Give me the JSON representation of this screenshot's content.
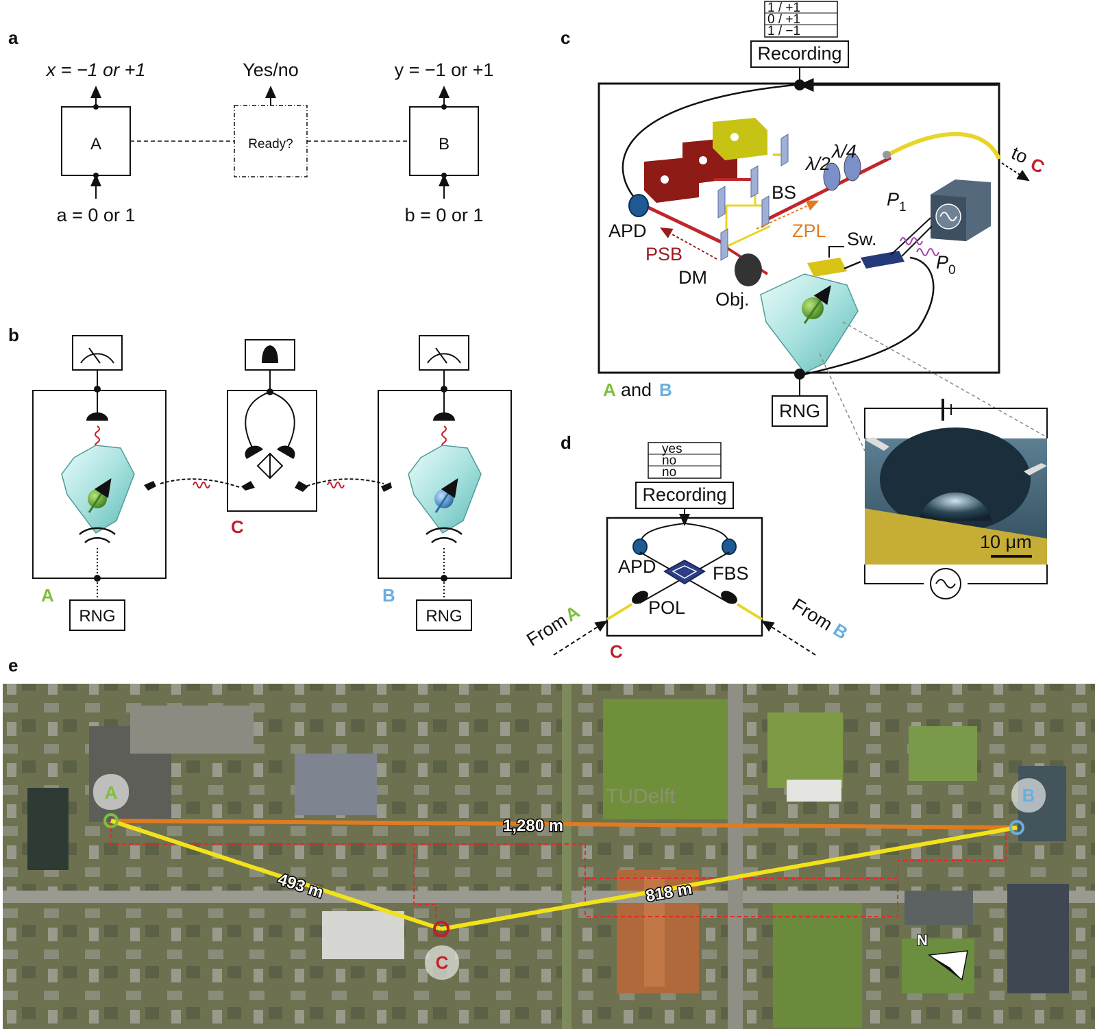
{
  "panels": {
    "a": "a",
    "b": "b",
    "c": "c",
    "d": "d",
    "e": "e"
  },
  "panel_a": {
    "x_out": "x = −1 or +1",
    "y_out": "y = −1 or +1",
    "a_in": "a = 0 or 1",
    "b_in": "b = 0 or 1",
    "yesno": "Yes/no",
    "box_a": "A",
    "box_b": "B",
    "ready": "Ready?"
  },
  "panel_b": {
    "label_a": "A",
    "label_b": "B",
    "label_c": "C",
    "rng_a": "RNG",
    "rng_b": "RNG"
  },
  "panel_c": {
    "records": [
      "1 / +1",
      "0 / +1",
      "1 / −1"
    ],
    "recording": "Recording",
    "apd": "APD",
    "psb": "PSB",
    "dm": "DM",
    "obj": "Obj.",
    "bs": "BS",
    "zpl": "ZPL",
    "half_wave": "λ/2",
    "quarter_wave": "λ/4",
    "to": "to",
    "to_c": "C",
    "switch": "Sw.",
    "p1": "P",
    "p1_sub": "1",
    "p0": "P",
    "p0_sub": "0",
    "a_and_b_a": "A",
    "a_and_b_and": "and",
    "a_and_b_b": "B",
    "rng": "RNG",
    "scale": "10 μm"
  },
  "panel_d": {
    "records": [
      "yes",
      "no",
      "no"
    ],
    "recording": "Recording",
    "apd": "APD",
    "fbs": "FBS",
    "pol": "POL",
    "from_a": "From",
    "from_a_letter": "A",
    "from_b": "From",
    "from_b_letter": "B",
    "label_c": "C"
  },
  "panel_e": {
    "marker_a": "A",
    "marker_b": "B",
    "marker_c": "C",
    "dist_ab": "1,280 m",
    "dist_ac": "493 m",
    "dist_cb": "818 m",
    "north": "N",
    "watermark": "TUDelft"
  },
  "colors": {
    "green": "#7fbf3f",
    "blue": "#6aaee0",
    "red": "#c41e2a",
    "orange_line": "#e07b1f",
    "yellow_line": "#f2e21a",
    "fiber": "#e8d52a",
    "laser": "#c0262a"
  }
}
